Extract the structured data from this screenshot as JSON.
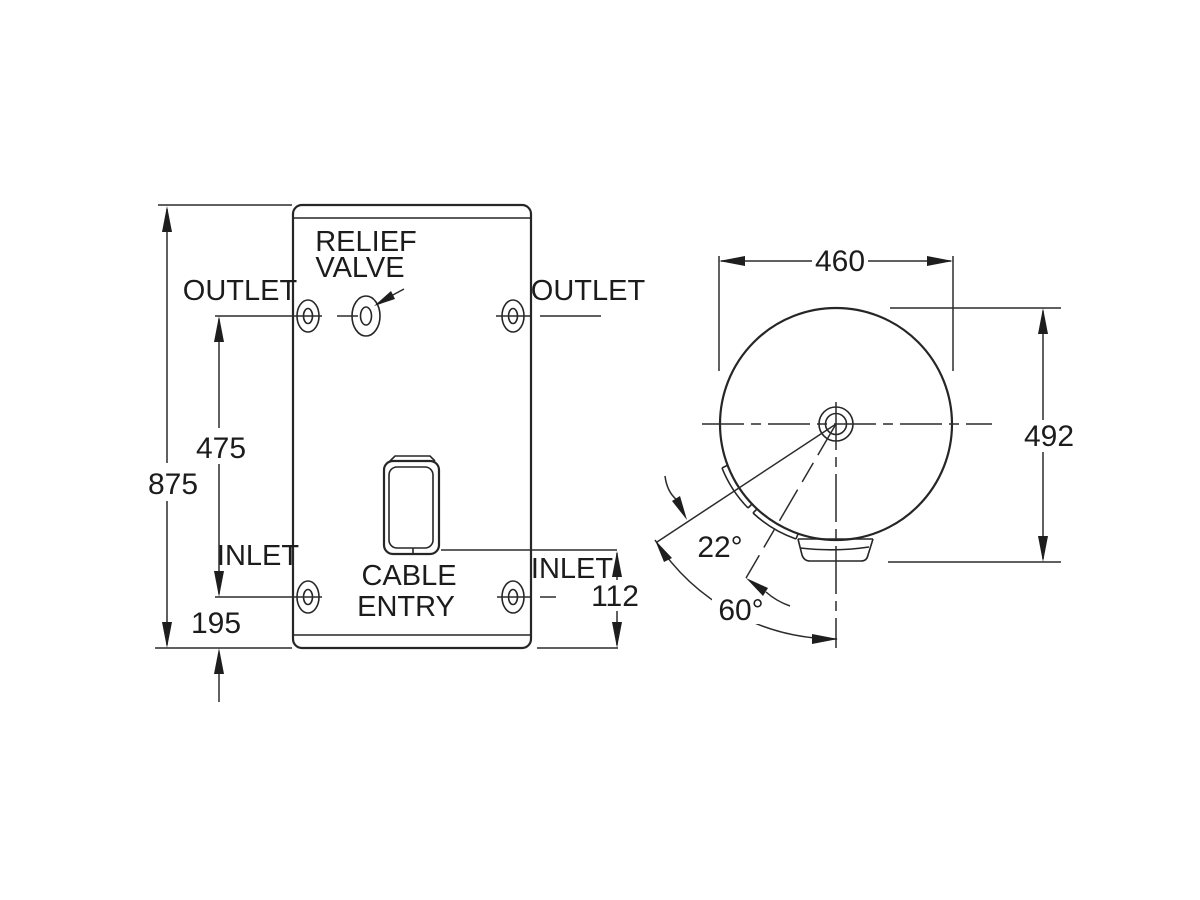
{
  "title": "Water heater dimension drawing",
  "front_view": {
    "labels": {
      "outlet_left": "OUTLET",
      "outlet_right": "OUTLET",
      "relief_line1": "RELIEF",
      "relief_line2": "VALVE",
      "inlet_left": "INLET",
      "inlet_right": "INLET",
      "cable_line1": "CABLE",
      "cable_line2": "ENTRY"
    },
    "dimensions": {
      "overall_height": "875",
      "outlet_to_inlet": "475",
      "inlet_height": "195",
      "cable_height": "112"
    }
  },
  "top_view": {
    "dimensions": {
      "diameter": "460",
      "overall_depth": "492",
      "angle_small": "22°",
      "angle_large": "60°"
    }
  },
  "colors": {
    "line": "#262626",
    "background": "#ffffff"
  }
}
